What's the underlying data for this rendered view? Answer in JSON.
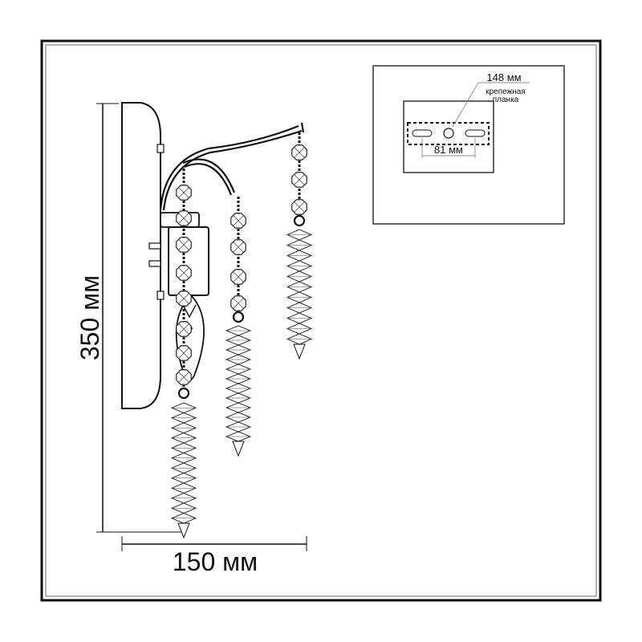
{
  "dimensions": {
    "height_label": "350 мм",
    "width_label": "150 мм"
  },
  "inset": {
    "plate_width_label": "148 мм",
    "slot_spacing_label": "81 мм",
    "plate_caption_line1": "крепежная",
    "plate_caption_line2": "планка"
  }
}
